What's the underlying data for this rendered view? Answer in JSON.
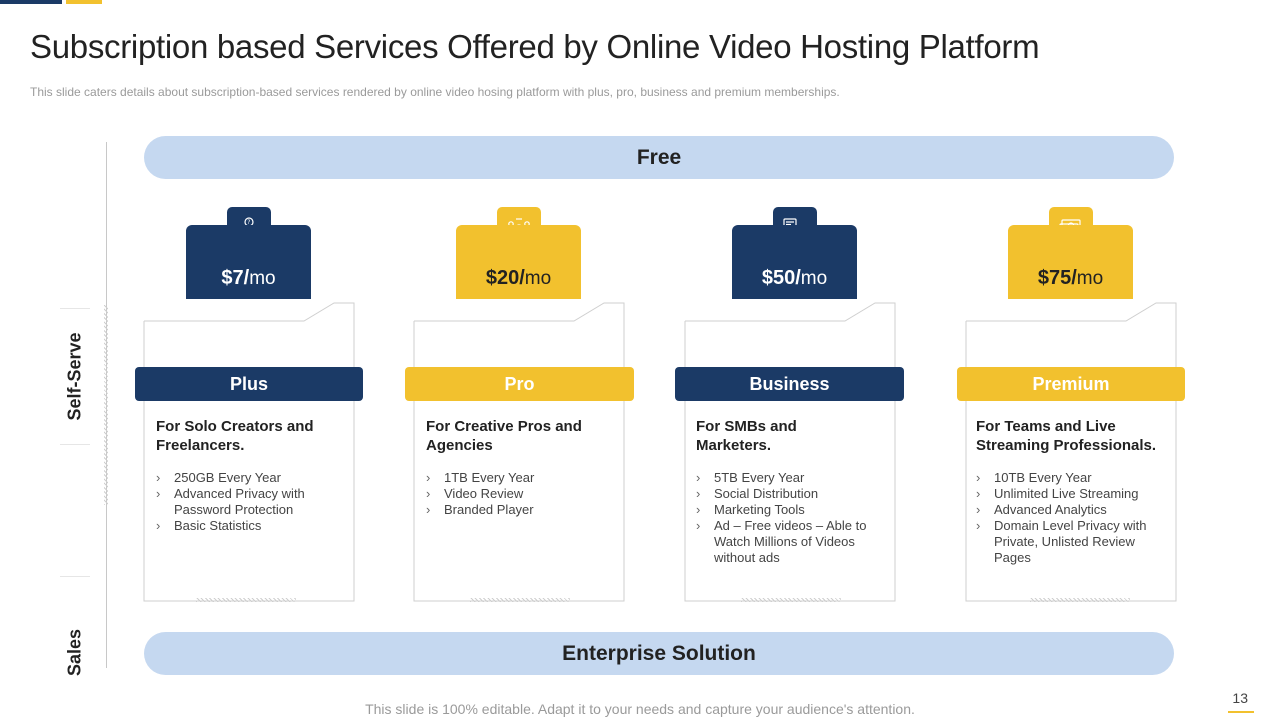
{
  "header": {
    "title": "Subscription based Services Offered by Online Video Hosting Platform",
    "subtitle": "This slide caters details about subscription-based services rendered by online video hosing platform with plus, pro, business and premium memberships."
  },
  "side_labels": {
    "self_serve": "Self-Serve",
    "sales": "Sales"
  },
  "top_band": {
    "label": "Free"
  },
  "bottom_band": {
    "label": "Enterprise Solution"
  },
  "colors": {
    "navy": "#1b3a66",
    "gold": "#f2c12e",
    "band": "#c5d8f0"
  },
  "plans": [
    {
      "name": "Plus",
      "price": "$7/",
      "per": "mo",
      "icon": "people-question-icon",
      "theme": "navy",
      "description": "For Solo Creators and Freelancers.",
      "features": [
        "250GB Every Year",
        "Advanced Privacy with Password Protection",
        "Basic Statistics"
      ]
    },
    {
      "name": "Pro",
      "price": "$20/",
      "per": "mo",
      "icon": "team-network-icon",
      "theme": "gold",
      "description": "For Creative Pros and Agencies",
      "features": [
        "1TB Every Year",
        "Video Review",
        "Branded Player"
      ]
    },
    {
      "name": "Business",
      "price": "$50/",
      "per": "mo",
      "icon": "analytics-gear-icon",
      "theme": "navy",
      "description": "For SMBs and Marketers.",
      "features": [
        "5TB Every Year",
        "Social Distribution",
        "Marketing Tools",
        "Ad – Free videos – Able to Watch Millions of Videos without ads"
      ]
    },
    {
      "name": "Premium",
      "price": "$75/",
      "per": "mo",
      "icon": "money-stack-icon",
      "theme": "gold",
      "description": "For Teams and Live Streaming Professionals.",
      "features": [
        "10TB Every Year",
        "Unlimited Live Streaming",
        "Advanced Analytics",
        "Domain Level Privacy with Private, Unlisted Review Pages"
      ]
    }
  ],
  "footer": {
    "note": "This slide is 100% editable. Adapt it to your needs and capture your audience's attention.",
    "page_number": "13"
  }
}
